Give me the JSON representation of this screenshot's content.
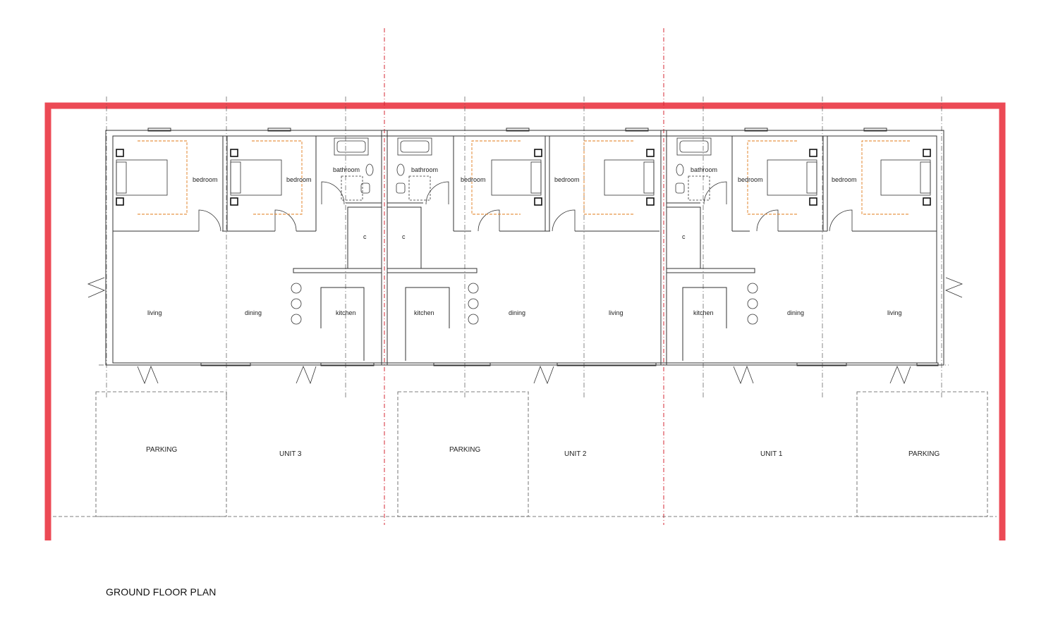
{
  "plan_title": "GROUND FLOOR PLAN",
  "colors": {
    "boundary": "#ec4a55",
    "party_wall": "#d42a36",
    "walls": "#333333",
    "furniture": "#e07b1a"
  },
  "units": [
    {
      "name": "UNIT 3",
      "parking": "PARKING",
      "rooms": {
        "bedroom_a": "bedroom",
        "bedroom_b": "bedroom",
        "bathroom": "bathroom",
        "cupboard": "c",
        "living": "living",
        "dining": "dining",
        "kitchen": "kitchen"
      }
    },
    {
      "name": "UNIT 2",
      "parking": "PARKING",
      "rooms": {
        "bedroom_a": "bedroom",
        "bedroom_b": "bedroom",
        "bathroom": "bathroom",
        "cupboard": "c",
        "living": "living",
        "dining": "dining",
        "kitchen": "kitchen"
      }
    },
    {
      "name": "UNIT 1",
      "parking": "PARKING",
      "rooms": {
        "bedroom_a": "bedroom",
        "bedroom_b": "bedroom",
        "bathroom": "bathroom",
        "cupboard": "c",
        "living": "living",
        "dining": "dining",
        "kitchen": "kitchen"
      }
    }
  ]
}
